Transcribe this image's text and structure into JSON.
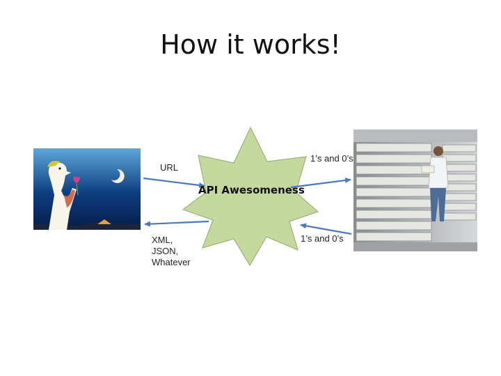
{
  "slide": {
    "title": "How it works!"
  },
  "diagram": {
    "center_label": "API Awesomeness",
    "request_label": "URL",
    "forward_label": "1’s and 0’s",
    "return_label": "1’s and 0’s",
    "response_lines": [
      "XML,",
      "JSON,",
      "Whatever"
    ]
  },
  "colors": {
    "star_fill": "#c5d89e",
    "arrow": "#4a7ab8",
    "night_sky": "#0c3a7a"
  },
  "images": {
    "left": "person-smelling-flower-night-illustration",
    "right": "data-storage-tape-racks-photo"
  }
}
